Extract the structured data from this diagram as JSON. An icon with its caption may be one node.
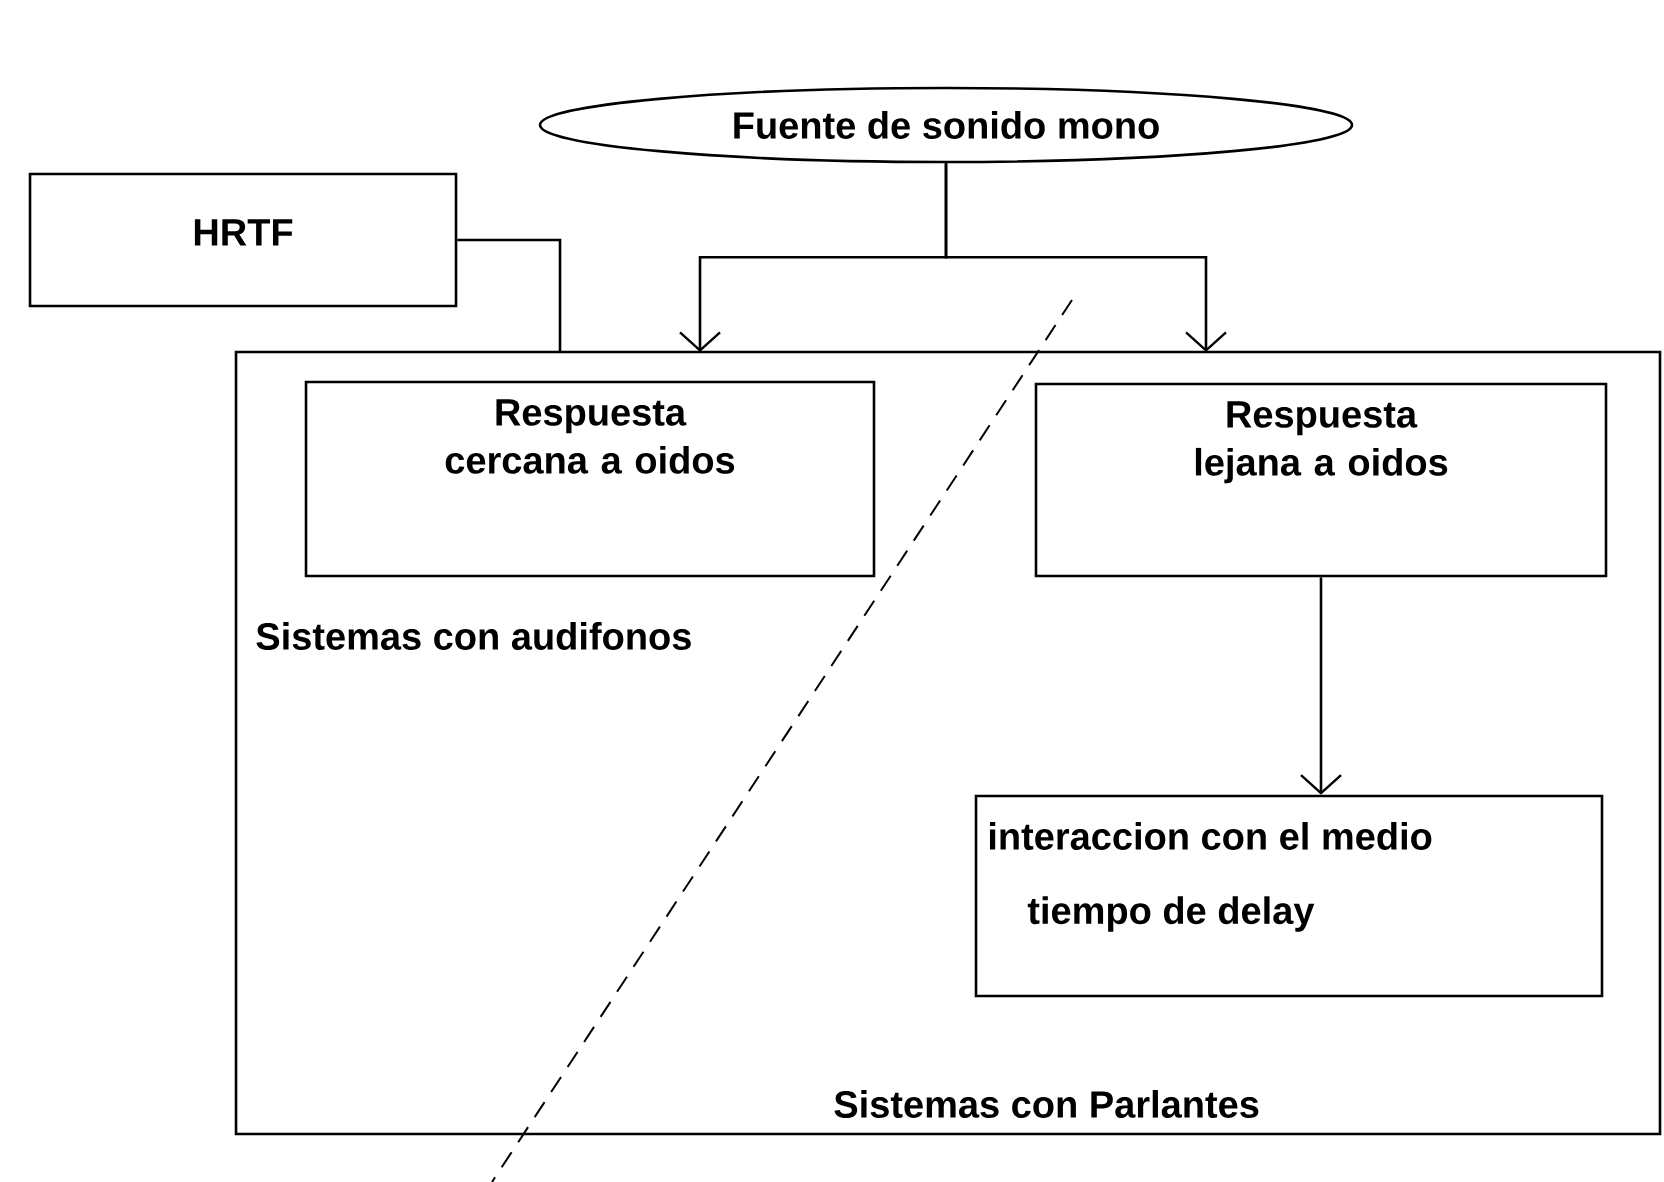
{
  "diagram": {
    "nodes": [
      {
        "text": [
          "Fuente de sonido mono"
        ]
      },
      {
        "text": [
          "HRTF"
        ]
      },
      {
        "text": [
          "Sistemas con audifonos",
          "Sistemas con Parlantes"
        ]
      },
      {
        "text": [
          "Respuesta cercana a oidos"
        ],
        "in": 2
      },
      {
        "text": [
          "Respuesta lejana a oidos"
        ],
        "in": 2
      },
      {
        "text": [
          "interaccion con el medio",
          "tiempo de delay"
        ],
        "in": 2
      }
    ],
    "edges": [
      {
        "from": 0,
        "to": 3,
        "arrow": "to"
      },
      {
        "from": 0,
        "to": 4,
        "arrow": "to"
      },
      {
        "from": 1,
        "to": 2,
        "arrow": "none"
      },
      {
        "from": 4,
        "to": 5,
        "arrow": "to"
      }
    ]
  }
}
